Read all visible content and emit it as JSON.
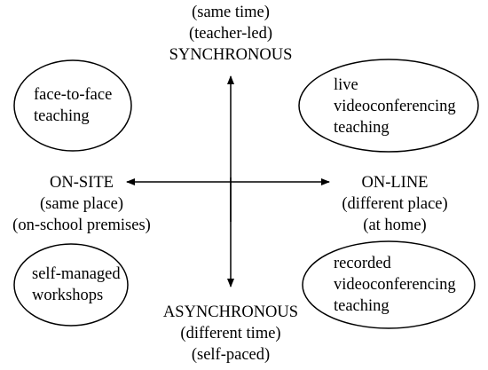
{
  "top": {
    "lines": [
      "(same time)",
      "(teacher-led)",
      "SYNCHRONOUS"
    ]
  },
  "bottom": {
    "lines": [
      "ASYNCHRONOUS",
      "(different time)",
      "(self-paced)"
    ]
  },
  "left": {
    "lines": [
      "ON-SITE",
      "(same place)",
      "(on-school premises)"
    ]
  },
  "right": {
    "lines": [
      "ON-LINE",
      "(different place)",
      "(at home)"
    ]
  },
  "quadrants": {
    "top_left": [
      "face-to-face",
      "teaching"
    ],
    "top_right": [
      "live",
      "videoconferencing",
      "teaching"
    ],
    "bottom_left": [
      "self-managed",
      "workshops"
    ],
    "bottom_right": [
      "recorded",
      "videoconferencing",
      "teaching"
    ]
  }
}
